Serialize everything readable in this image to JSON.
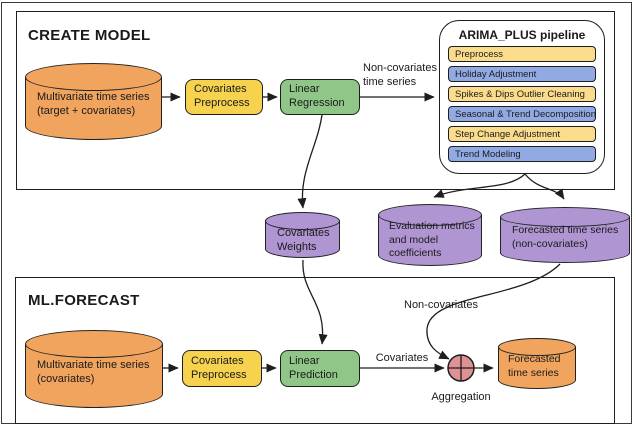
{
  "colors": {
    "orange": "#F0A45E",
    "yellow": "#F7D24E",
    "lightyellow": "#FADC8C",
    "green": "#90C789",
    "blue": "#92AAE4",
    "purple": "#AF95D2",
    "pink": "#E09193",
    "ink": "#1E1E1E"
  },
  "create_model": {
    "title": "CREATE MODEL",
    "source_cylinder": {
      "line1": "Multivariate time series",
      "line2": "(target + covariates)"
    },
    "preprocess": {
      "line1": "Covariates",
      "line2": "Preprocess"
    },
    "regression": {
      "line1": "Linear",
      "line2": "Regression"
    },
    "edge_label": {
      "line1": "Non-covariates",
      "line2": "time series"
    },
    "pipeline": {
      "title": "ARIMA_PLUS pipeline",
      "steps": [
        {
          "label": "Preprocess",
          "color": "lightyellow"
        },
        {
          "label": "Holiday Adjustment",
          "color": "blue"
        },
        {
          "label": "Spikes & Dips Outlier Cleaning",
          "color": "lightyellow"
        },
        {
          "label": "Seasonal & Trend Decomposition",
          "color": "blue"
        },
        {
          "label": "Step Change Adjustment",
          "color": "lightyellow"
        },
        {
          "label": "Trend Modeling",
          "color": "blue"
        }
      ]
    }
  },
  "artifacts": {
    "covariates_weights": {
      "line1": "Covariates",
      "line2": "Weights"
    },
    "evaluation": {
      "line1": "Evaluation metrics",
      "line2": "and model",
      "line3": "coefficients"
    },
    "forecast_noncov": {
      "line1": "Forecasted time series",
      "line2": "(non-covariates)"
    }
  },
  "ml_forecast": {
    "title": "ML.FORECAST",
    "source_cylinder": {
      "line1": "Multivariate time series",
      "line2": "(covariates)"
    },
    "preprocess": {
      "line1": "Covariates",
      "line2": "Preprocess"
    },
    "prediction": {
      "line1": "Linear",
      "line2": "Prediction"
    },
    "covariates_label": "Covariates",
    "noncovariates_label": "Non-covariates",
    "aggregation_label": "Aggregation",
    "forecast_cylinder": {
      "line1": "Forecasted",
      "line2": "time series"
    }
  }
}
